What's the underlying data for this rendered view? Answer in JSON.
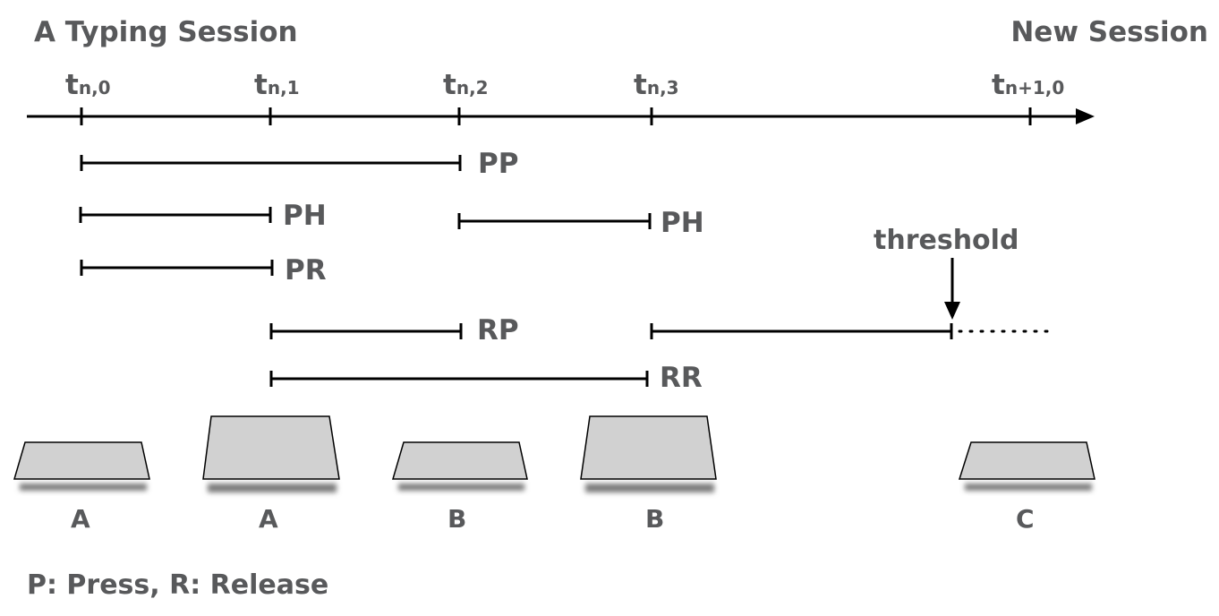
{
  "titles": {
    "left": "A Typing Session",
    "right": "New Session"
  },
  "timeline": {
    "ticks": [
      {
        "main": "t",
        "sub": "n,0"
      },
      {
        "main": "t",
        "sub": "n,1"
      },
      {
        "main": "t",
        "sub": "n,2"
      },
      {
        "main": "t",
        "sub": "n,3"
      },
      {
        "main": "t",
        "sub": "n+1,0"
      }
    ]
  },
  "intervals": [
    {
      "label": "PP"
    },
    {
      "label": "PH"
    },
    {
      "label": "PH"
    },
    {
      "label": "PR"
    },
    {
      "label": "RP"
    },
    {
      "label": "RR"
    }
  ],
  "threshold": {
    "label": "threshold"
  },
  "keys": [
    {
      "label": "A",
      "state": "released"
    },
    {
      "label": "A",
      "state": "pressed"
    },
    {
      "label": "B",
      "state": "released"
    },
    {
      "label": "B",
      "state": "pressed"
    },
    {
      "label": "C",
      "state": "released"
    }
  ],
  "legend": "P: Press, R: Release",
  "colors": {
    "text": "#58595b",
    "line": "#000000",
    "key_fill": "#d1d1d1",
    "key_shadow": "#7a7a7a"
  }
}
